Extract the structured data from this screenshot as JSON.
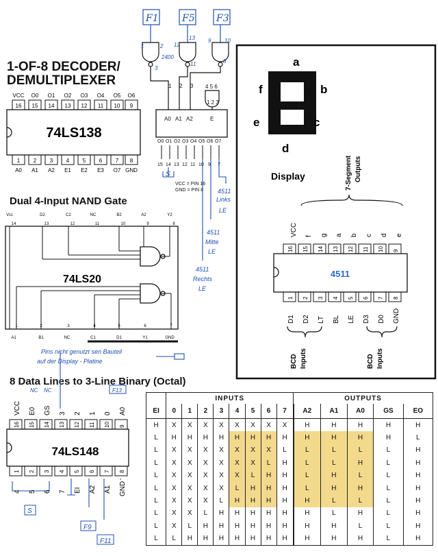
{
  "decoder": {
    "title_line1": "1-OF-8 DECODER/",
    "title_line2": "DEMULTIPLEXER",
    "chip": "74LS138",
    "top_pins": [
      {
        "num": "16",
        "label": "VCC"
      },
      {
        "num": "15",
        "label": "O0"
      },
      {
        "num": "14",
        "label": "O1"
      },
      {
        "num": "13",
        "label": "O2"
      },
      {
        "num": "12",
        "label": "O3"
      },
      {
        "num": "11",
        "label": "O4"
      },
      {
        "num": "10",
        "label": "O5"
      },
      {
        "num": "9",
        "label": "O6"
      }
    ],
    "bottom_pins": [
      {
        "num": "1",
        "label": "A0"
      },
      {
        "num": "2",
        "label": "A1"
      },
      {
        "num": "3",
        "label": "A2"
      },
      {
        "num": "4",
        "label": "E1"
      },
      {
        "num": "5",
        "label": "E2"
      },
      {
        "num": "6",
        "label": "E3"
      },
      {
        "num": "7",
        "label": "O7"
      },
      {
        "num": "8",
        "label": "GND"
      }
    ]
  },
  "logic": {
    "f_boxes": [
      "F1",
      "F5",
      "F3"
    ],
    "gate_pin_notes": [
      "1",
      "2",
      "3",
      "12",
      "13",
      "11",
      "9",
      "10",
      "8",
      "2400"
    ],
    "e_pins": "4 5 6",
    "e_pins_sub": "1 2 3",
    "inputs": [
      "A0",
      "A1",
      "A2"
    ],
    "input_pins": [
      "1",
      "2",
      "3"
    ],
    "enable": "E",
    "outputs": [
      "O0",
      "O1",
      "O2",
      "O3",
      "O4",
      "O5",
      "O6",
      "O7"
    ],
    "output_pins": [
      "15",
      "14",
      "13",
      "12",
      "11",
      "10",
      "9",
      "7"
    ],
    "vcc_note": "VCC = PIN 16",
    "gnd_note": "GND = PIN 8",
    "s_box": "S",
    "note_links": [
      "4511",
      "Links",
      "LE"
    ],
    "note_mitte": [
      "4511",
      "Mitte",
      "LE"
    ],
    "note_rechts": [
      "4511",
      "Rechts",
      "LE"
    ]
  },
  "nand": {
    "title": "Dual 4-Input NAND Gate",
    "chip": "74LS20",
    "top_labels": [
      "Vcc",
      "D2",
      "C2",
      "NC",
      "B2",
      "A2",
      "Y2"
    ],
    "top_nums": [
      "14",
      "13",
      "12",
      "11",
      "10",
      "9",
      "8"
    ],
    "bottom_nums": [
      "1",
      "2",
      "3",
      "4",
      "5",
      "6",
      "7"
    ],
    "bottom_labels": [
      "A1",
      "B1",
      "NC",
      "C1",
      "D1",
      "Y1",
      "GND"
    ],
    "note_line1": "Pins nicht genutzt sen Bauteil",
    "note_line2": "auf der Display - Platine"
  },
  "display": {
    "segments": [
      "a",
      "b",
      "c",
      "d",
      "e",
      "f",
      "g"
    ],
    "label": "Display",
    "outputs_line1": "7-Segment",
    "outputs_line2": "Outputs",
    "chip": "4511",
    "top_nums": [
      "16",
      "15",
      "14",
      "13",
      "12",
      "11",
      "10",
      "9"
    ],
    "top_labels": [
      "VCC",
      "f",
      "g",
      "a",
      "b",
      "c",
      "d",
      "e"
    ],
    "bottom_nums": [
      "1",
      "2",
      "3",
      "4",
      "5",
      "6",
      "7",
      "8"
    ],
    "bottom_labels": [
      "D1",
      "D2",
      "LT",
      "BL",
      "LE",
      "D3",
      "D0",
      "GND"
    ],
    "bcd1": [
      "BCD",
      "Inputs"
    ],
    "bcd2": [
      "BCD",
      "Inputs"
    ]
  },
  "encoder": {
    "title": "8 Data Lines to 3-Line Binary (Octal)",
    "chip": "74LS148",
    "top_labels": [
      "VCC",
      "E0",
      "GS",
      "3",
      "2",
      "1",
      "0",
      "A0"
    ],
    "top_nums": [
      "16",
      "15",
      "14",
      "13",
      "12",
      "11",
      "10",
      "9"
    ],
    "bottom_nums": [
      "1",
      "2",
      "3",
      "4",
      "5",
      "6",
      "7",
      "8"
    ],
    "bottom_labels": [
      "4",
      "5",
      "6",
      "7",
      "EI",
      "A2",
      "A1",
      "GND"
    ],
    "notes_top": [
      "NC",
      "NC",
      "F13"
    ],
    "notes_bottom": [
      "S",
      "F9",
      "F11"
    ]
  },
  "truth_table": {
    "group_inputs": "INPUTS",
    "group_outputs": "OUTPUTS",
    "headers": [
      "EI",
      "0",
      "1",
      "2",
      "3",
      "4",
      "5",
      "6",
      "7",
      "A2",
      "A1",
      "A0",
      "GS",
      "EO"
    ],
    "rows": [
      [
        "H",
        "X",
        "X",
        "X",
        "X",
        "X",
        "X",
        "X",
        "X",
        "H",
        "H",
        "H",
        "H",
        "H"
      ],
      [
        "L",
        "H",
        "H",
        "H",
        "H",
        "H",
        "H",
        "H",
        "H",
        "H",
        "H",
        "H",
        "H",
        "L"
      ],
      [
        "L",
        "X",
        "X",
        "X",
        "X",
        "X",
        "X",
        "X",
        "L",
        "L",
        "L",
        "L",
        "L",
        "H"
      ],
      [
        "L",
        "X",
        "X",
        "X",
        "X",
        "X",
        "X",
        "L",
        "H",
        "L",
        "L",
        "H",
        "L",
        "H"
      ],
      [
        "L",
        "X",
        "X",
        "X",
        "X",
        "X",
        "L",
        "H",
        "H",
        "L",
        "H",
        "L",
        "L",
        "H"
      ],
      [
        "L",
        "X",
        "X",
        "X",
        "X",
        "L",
        "H",
        "H",
        "H",
        "L",
        "H",
        "H",
        "L",
        "H"
      ],
      [
        "L",
        "X",
        "X",
        "X",
        "L",
        "H",
        "H",
        "H",
        "H",
        "H",
        "L",
        "L",
        "L",
        "H"
      ],
      [
        "L",
        "X",
        "X",
        "L",
        "H",
        "H",
        "H",
        "H",
        "H",
        "H",
        "L",
        "H",
        "L",
        "H"
      ],
      [
        "L",
        "X",
        "L",
        "H",
        "H",
        "H",
        "H",
        "H",
        "H",
        "H",
        "H",
        "L",
        "L",
        "H"
      ],
      [
        "L",
        "L",
        "H",
        "H",
        "H",
        "H",
        "H",
        "H",
        "H",
        "H",
        "H",
        "H",
        "L",
        "H"
      ]
    ],
    "highlight_color": "#f3d98b"
  }
}
